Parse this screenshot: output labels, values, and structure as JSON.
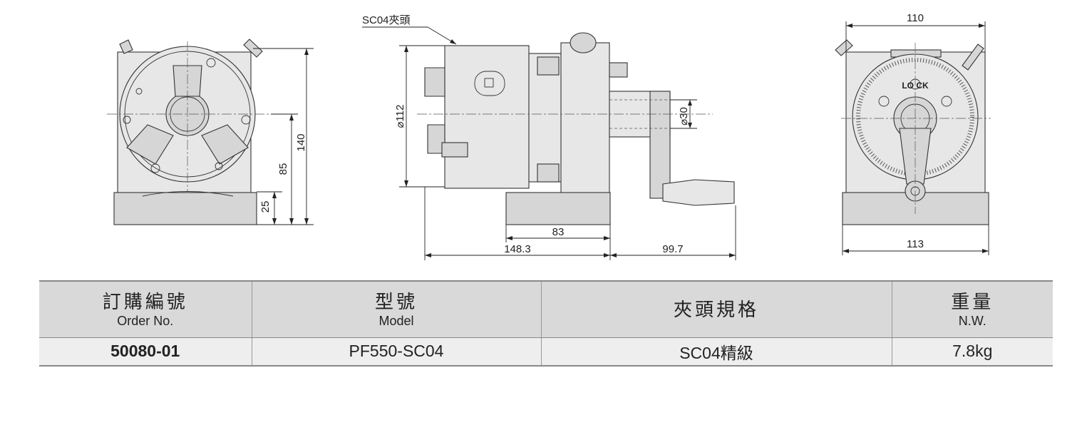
{
  "drawing": {
    "callout_label": "SC04夾頭",
    "lock_label": "LO  CK",
    "front_view": {
      "dim_140": "140",
      "dim_85": "85",
      "dim_25": "25"
    },
    "side_view": {
      "dim_dia112": "⌀112",
      "dim_dia30": "⌀30",
      "dim_83": "83",
      "dim_148_3": "148.3",
      "dim_99_7": "99.7"
    },
    "rear_view": {
      "dim_110": "110",
      "dim_113": "113"
    }
  },
  "table": {
    "headers": [
      {
        "zh": "訂購編號",
        "en": "Order No."
      },
      {
        "zh": "型號",
        "en": "Model"
      },
      {
        "zh": "夾頭規格",
        "en": ""
      },
      {
        "zh": "重量",
        "en": "N.W."
      }
    ],
    "row": {
      "order_no": "50080-01",
      "model": "PF550-SC04",
      "chuck_spec": "SC04精級",
      "weight": "7.8kg"
    }
  }
}
